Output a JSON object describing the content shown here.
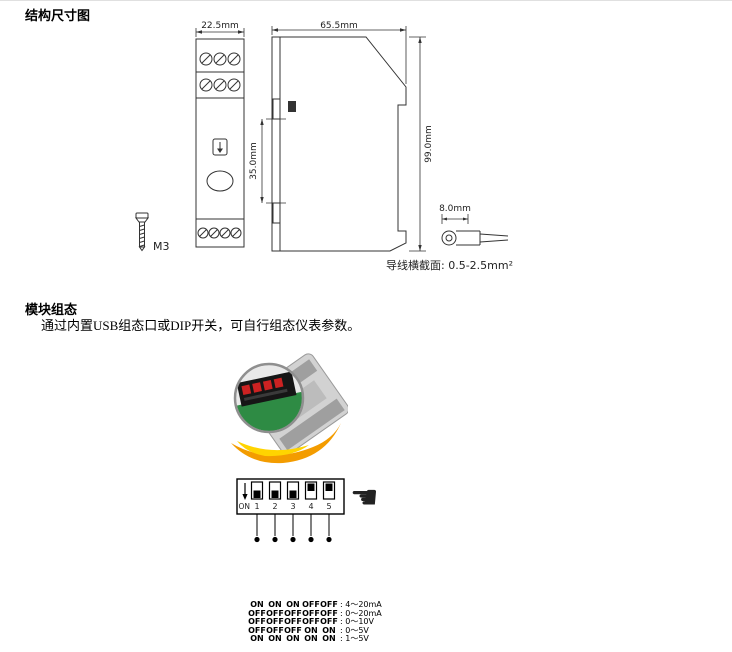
{
  "sections": {
    "structure": {
      "title": "结构尺寸图"
    },
    "config": {
      "title": "模块组态",
      "description": "通过内置USB组态口或DIP开关，可自行组态仪表参数。"
    }
  },
  "drawing": {
    "front_width": "22.5mm",
    "side_width": "65.5mm",
    "inner_height": "35.0mm",
    "total_height": "99.0mm",
    "ferrule_length": "8.0mm",
    "screw_label": "M3",
    "wire_note": "导线横截面: 0.5-2.5mm²"
  },
  "dip_diagram": {
    "on_label": "ON",
    "positions": [
      "1",
      "2",
      "3",
      "4",
      "5"
    ],
    "knobs": [
      "down",
      "down",
      "down",
      "up",
      "up"
    ],
    "hand_icon": "☚"
  },
  "config_table": {
    "rows": [
      {
        "states": [
          "ON",
          "ON",
          "ON",
          "OFF",
          "OFF"
        ],
        "range": ": 4～20mA"
      },
      {
        "states": [
          "OFF",
          "OFF",
          "OFF",
          "OFF",
          "OFF"
        ],
        "range": ": 0～20mA"
      },
      {
        "states": [
          "OFF",
          "OFF",
          "OFF",
          "OFF",
          "OFF"
        ],
        "range": ": 0～10V"
      },
      {
        "states": [
          "OFF",
          "OFF",
          "OFF",
          "ON",
          "ON"
        ],
        "range": ": 0～5V"
      },
      {
        "states": [
          "ON",
          "ON",
          "ON",
          "ON",
          "ON"
        ],
        "range": ": 1～5V"
      }
    ]
  }
}
